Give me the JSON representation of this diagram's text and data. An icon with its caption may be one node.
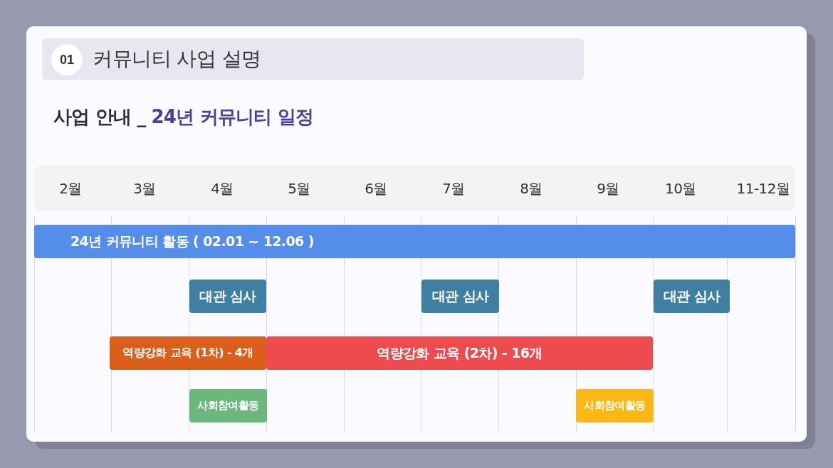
{
  "diagram": {
    "nodes": [
      {
        "text": [
          "커뮤니티 사업 설명"
        ]
      },
      {
        "text": [
          "01"
        ],
        "in": 0
      },
      {
        "text": [
          "2월",
          "3월",
          "4월",
          "5월",
          "6월",
          "7월",
          "8월",
          "9월",
          "10월",
          "11-12월"
        ]
      },
      {
        "text": [
          "24년 커뮤니티 활동 ( 02.01 ~ 12.06 )"
        ]
      },
      {
        "text": [
          "대관 심사"
        ]
      },
      {
        "text": [
          "대관 심사"
        ]
      },
      {
        "text": [
          "대관 심사"
        ]
      },
      {
        "text": [
          "역량강화 교육 (1차) - 4개"
        ]
      },
      {
        "text": [
          "역량강화 교육 (2차) - 16개"
        ]
      },
      {
        "text": [
          "사회참여활동"
        ]
      },
      {
        "text": [
          "사회참여활동"
        ]
      }
    ],
    "labels": [
      "사업 안내 _",
      "24년 커뮤니티 일정"
    ]
  }
}
